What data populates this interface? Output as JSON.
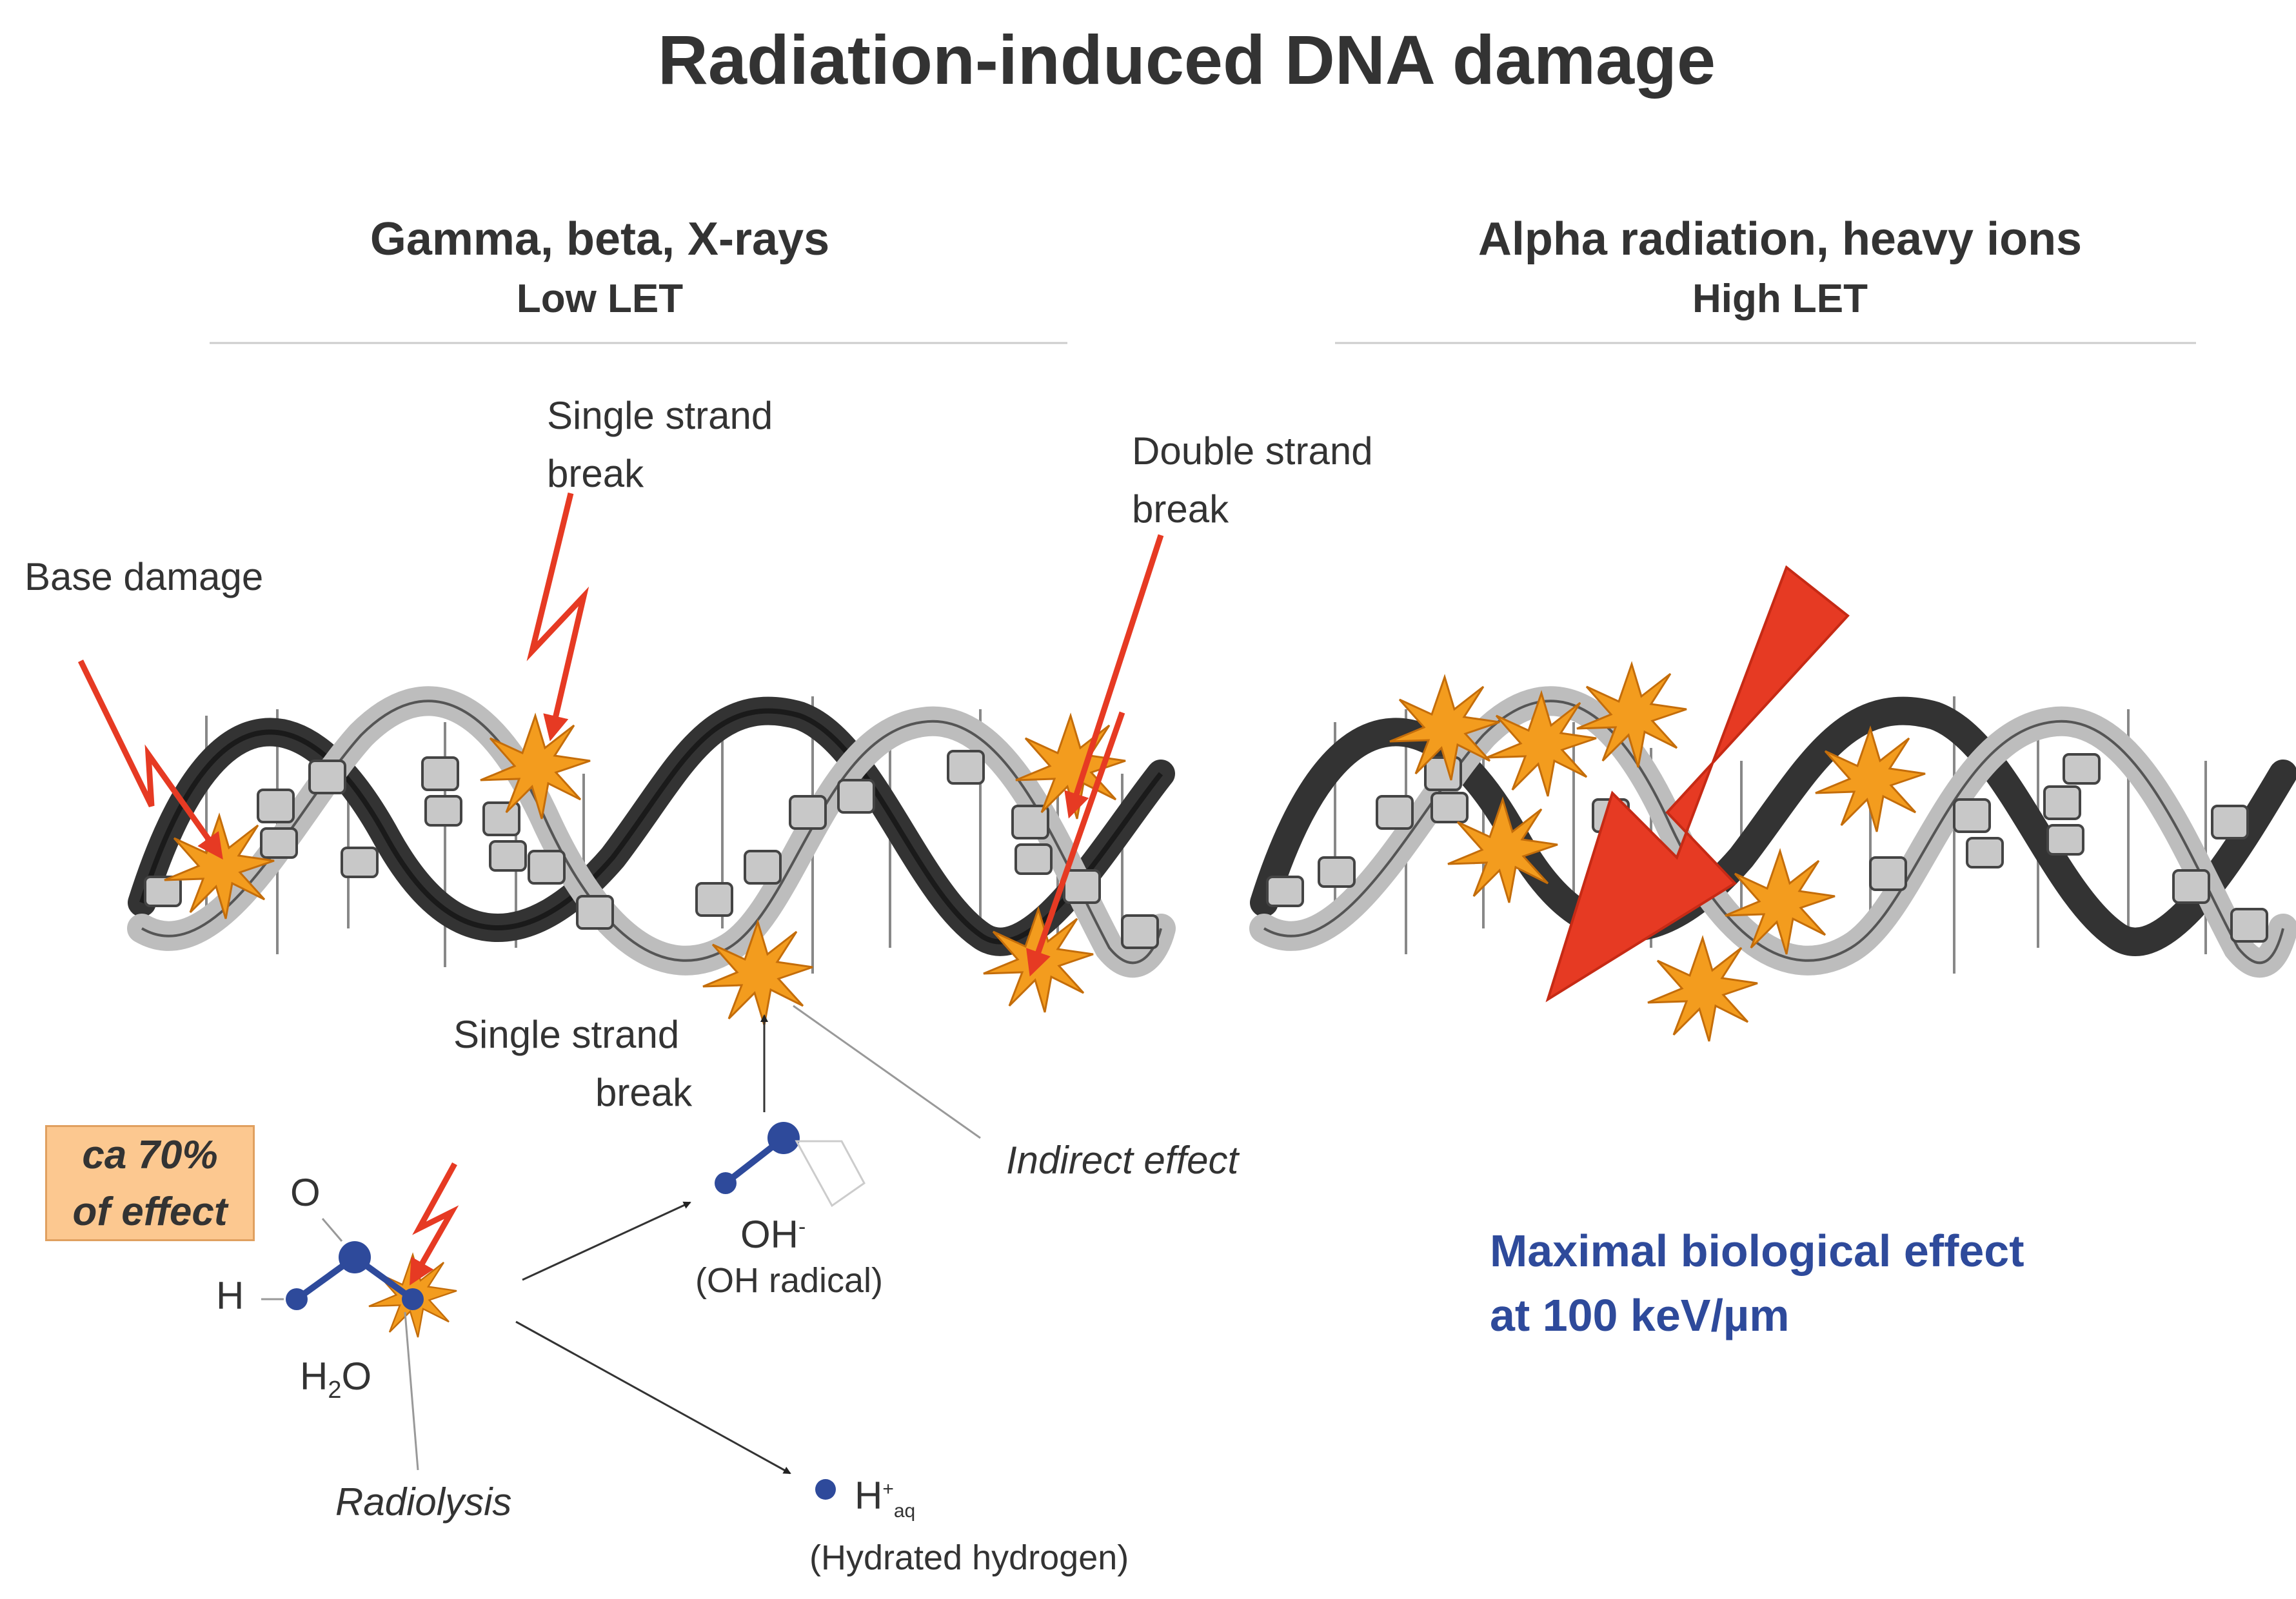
{
  "title": "Radiation-induced DNA damage",
  "left_panel": {
    "heading": "Gamma, beta, X-rays",
    "subheading": "Low LET"
  },
  "right_panel": {
    "heading": "Alpha radiation, heavy ions",
    "subheading": "High LET",
    "note_line1": "Maximal biological effect",
    "note_line2": "at 100 keV/µm"
  },
  "labels": {
    "base_damage": "Base damage",
    "ssb_top_line1": "Single strand",
    "ssb_top_line2": "break",
    "dsb_line1": "Double strand",
    "dsb_line2": "break",
    "ssb_bottom_line1": "Single strand",
    "ssb_bottom_line2": "break",
    "indirect_effect": "Indirect effect",
    "radiolysis": "Radiolysis"
  },
  "effect_box": {
    "line1": "ca 70%",
    "line2": "of effect"
  },
  "molecules": {
    "water_o": "O",
    "water_h": "H",
    "water_name_main": "H",
    "water_name_sub": "2",
    "water_name_end": "O",
    "oh_main": "OH",
    "oh_sup": "-",
    "oh_name": "(OH radical)",
    "h_main": "H",
    "h_sup": "+",
    "h_sub": "aq",
    "h_name": "(Hydrated hydrogen)"
  },
  "colors": {
    "lightning": "#e63a23",
    "burst": "#f39c1e",
    "molecule": "#2e4a9b",
    "box_fill": "#fcc890",
    "big_arrow": "#e63a23"
  }
}
